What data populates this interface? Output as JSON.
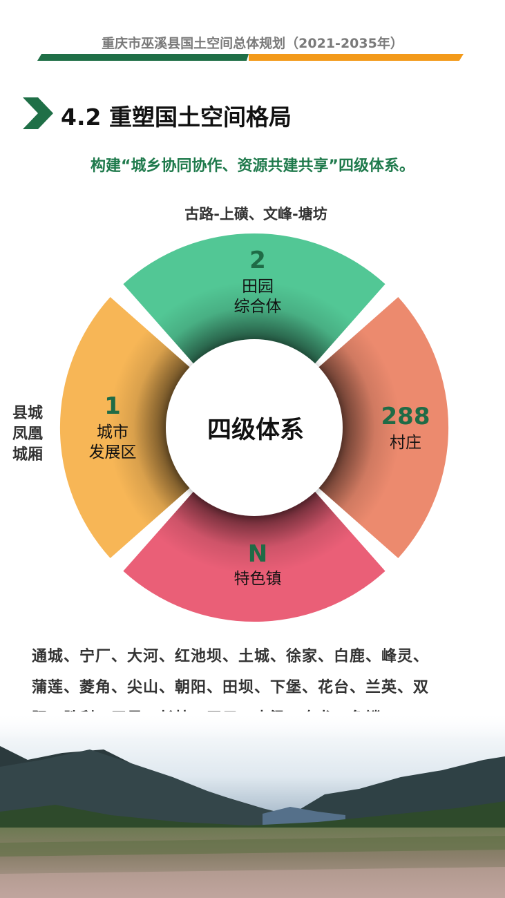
{
  "header": {
    "title": "重庆市巫溪县国土空间总体规划（2021-2035年）"
  },
  "section": {
    "title": "4.2 重塑国土空间格局"
  },
  "subtitle": "构建“城乡协同协作、资源共建共享”四级体系。",
  "top_label": "古路-上磺、文峰-塘坊",
  "left_label": [
    "县城",
    "凤凰",
    "城厢"
  ],
  "center_label": "四级体系",
  "segments": {
    "top": {
      "number": "2",
      "line1": "田园",
      "line2": "综合体",
      "color": "#52c795"
    },
    "left": {
      "number": "1",
      "line1": "城市",
      "line2": "发展区",
      "color": "#f7b656"
    },
    "right": {
      "number": "288",
      "line1": "村庄",
      "color": "#ec8a6e"
    },
    "bottom": {
      "number": "N",
      "line1": "特色镇",
      "color": "#ea5f77"
    }
  },
  "towns": {
    "line1": "通城、宁厂、大河、红池坝、土城、徐家、白鹿、峰灵、",
    "line2": "蒲莲、菱角、尖山、朝阳、田坝、下堡、花台、兰英、双",
    "line3": "阳、胜利、天星、长桂、天元、中梁、乌龙、鱼鳞"
  },
  "colors": {
    "brand_green": "#1f6f47",
    "brand_orange": "#f39a1a"
  }
}
